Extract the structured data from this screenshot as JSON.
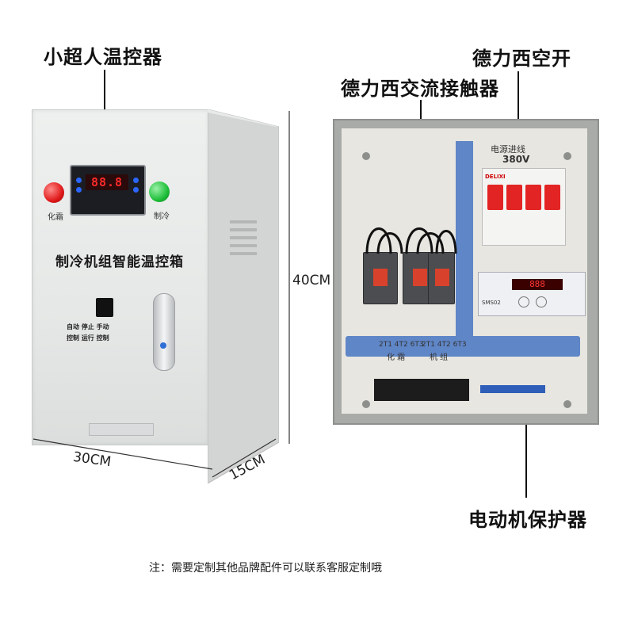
{
  "labels": {
    "controller": "小超人温控器",
    "breaker": "德力西空开",
    "contactor": "德力西交流接触器",
    "motor_protector": "电动机保护器"
  },
  "dimensions": {
    "height": "40CM",
    "width": "30CM",
    "depth": "15CM"
  },
  "cabinet": {
    "title": "制冷机组智能温控箱",
    "left_lamp": "化霜",
    "right_lamp": "制冷",
    "display": "88.8",
    "switch_text": [
      "自动 停止 手动",
      "控制  运行  控制"
    ]
  },
  "panel": {
    "breaker_label": "电源进线",
    "breaker_voltage": "380V",
    "breaker_brand": "DELIXI",
    "term_left": [
      "2T1 4T2 6T3",
      "化 霜"
    ],
    "term_right": [
      "2T1 4T2 6T3",
      "机 组"
    ],
    "protector_model": "SMS02",
    "protector_display": "888"
  },
  "footer": {
    "note": "注：需要定制其他品牌配件可以联系客服定制哦"
  },
  "colors": {
    "lamp_left": "#e01b1b",
    "lamp_right": "#1fbf3a",
    "breaker_red": "#e32424",
    "rail_blue": "#5f86c7"
  }
}
